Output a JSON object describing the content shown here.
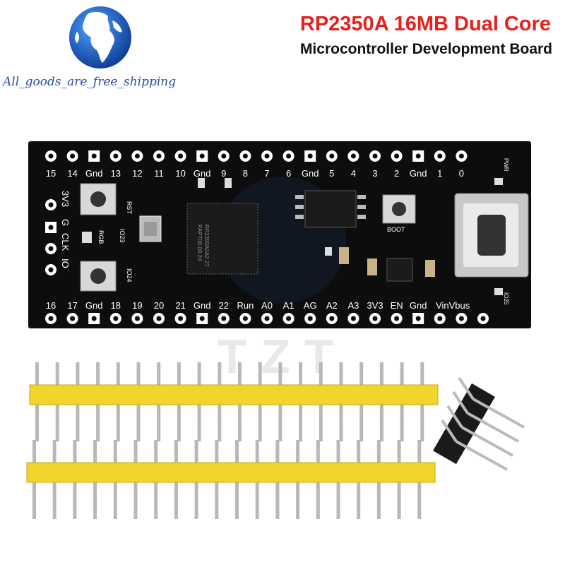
{
  "header": {
    "title_line1": "RP2350A 16MB Dual Core",
    "title_line2": "Microcontroller Development Board",
    "store_name": "All_goods_are_free_shipping"
  },
  "colors": {
    "title_red": "#e8201c",
    "board_black": "#0d0d0d",
    "header_yellow": "#f2d52a",
    "globe_blue": "#1f5fbf"
  },
  "board": {
    "top_pins": [
      "15",
      "14",
      "Gnd",
      "13",
      "12",
      "11",
      "10",
      "Gnd",
      "9",
      "8",
      "7",
      "6",
      "Gnd",
      "5",
      "4",
      "3",
      "2",
      "Gnd",
      "1",
      "0"
    ],
    "bottom_pins": [
      "16",
      "17",
      "Gnd",
      "18",
      "19",
      "20",
      "21",
      "Gnd",
      "22",
      "Run",
      "A0",
      "A1",
      "AG",
      "A2",
      "A3",
      "3V3",
      "EN",
      "Gnd",
      "VinVbus"
    ],
    "side_pins": [
      "3V3",
      "G",
      "CLK",
      "IO"
    ],
    "pwr_label": "PWR",
    "io25_label": "IO25",
    "rst_label": "RST",
    "rgb_label": "RGB",
    "io23_label": "IO23",
    "io24_label": "IO24",
    "boot_label": "BOOT",
    "chip_line1": "RP2350A0A2 27",
    "chip_line2": "PAPT00.00 24"
  },
  "watermark": "TZT",
  "icons": {
    "logo": "globe-logo-icon",
    "usb": "usb-c-port-icon"
  }
}
